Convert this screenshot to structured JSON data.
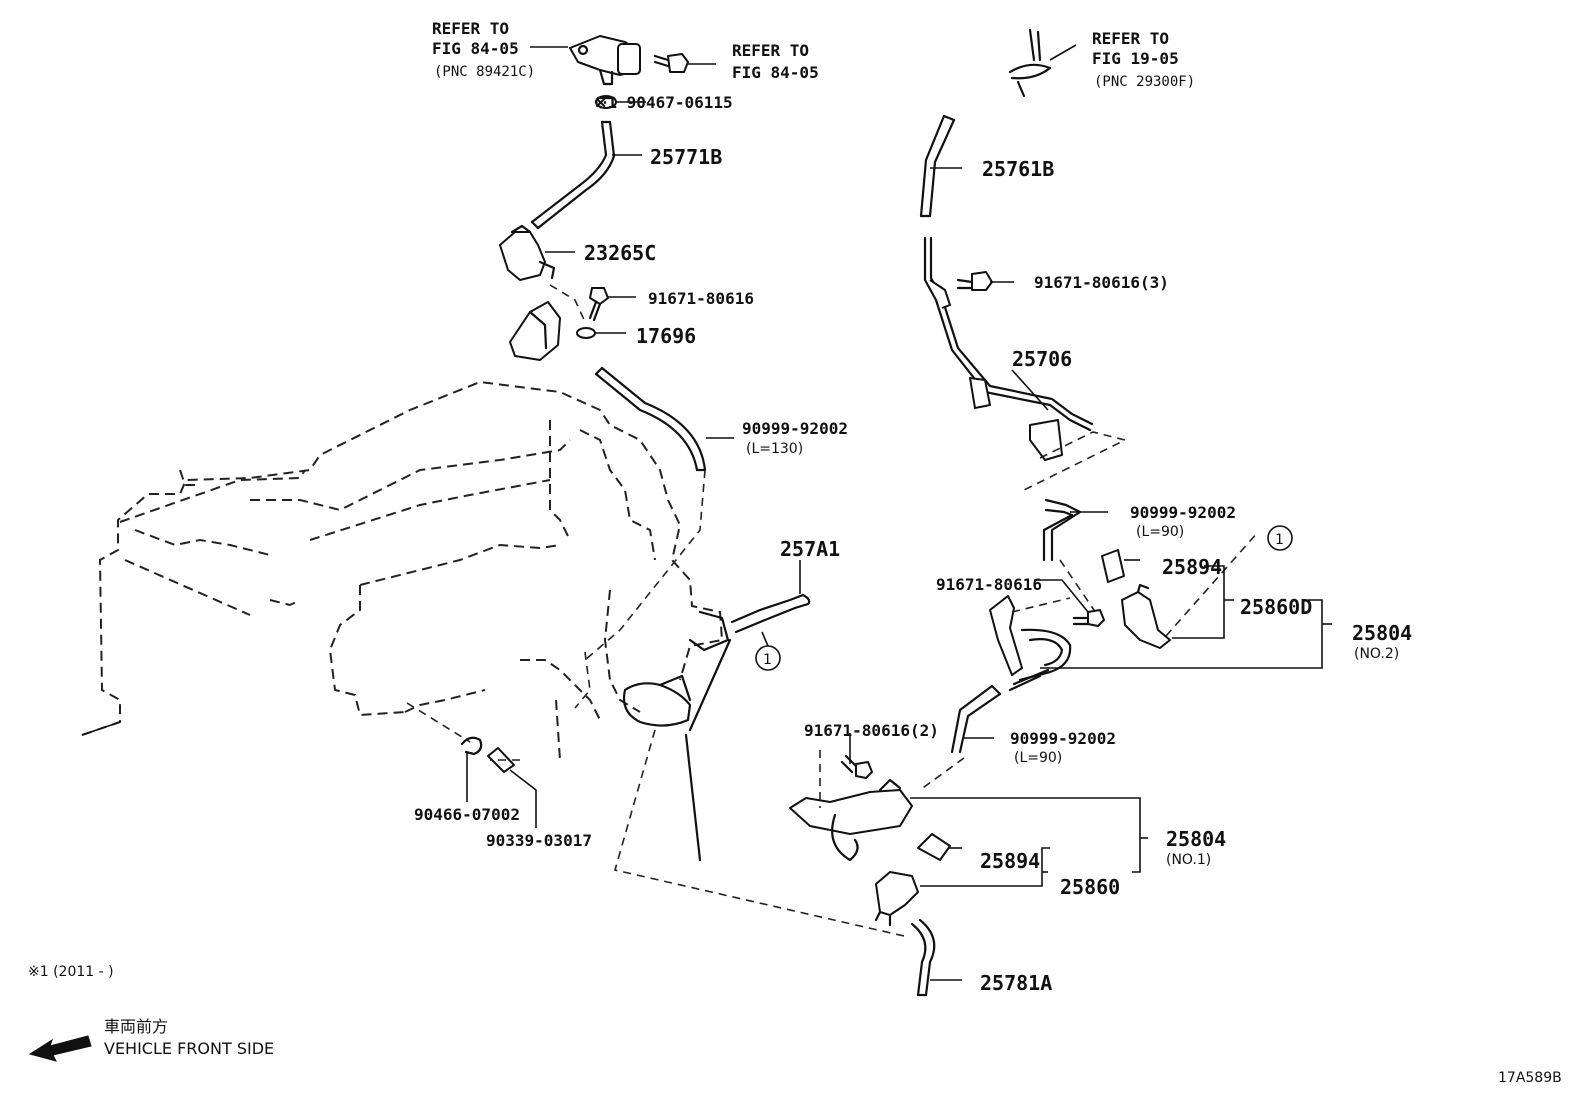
{
  "diagram_id": "17A589B",
  "labels": {
    "refer_a_line1": "REFER TO",
    "refer_a_line2": "FIG 84-05",
    "refer_a_line3": "(PNC 89421C)",
    "refer_b_line1": "REFER TO",
    "refer_b_line2": "FIG 84-05",
    "refer_c_line1": "REFER TO",
    "refer_c_line2": "FIG 19-05",
    "refer_c_line3": "(PNC 29300F)",
    "p_90467": "※1 90467-06115",
    "p_25771b": "25771B",
    "p_23265c": "23265C",
    "p_91671_a": "91671-80616",
    "p_17696": "17696",
    "p_90999_a": "90999-92002",
    "p_90999_a_len": "(L=130)",
    "p_257a1": "257A1",
    "p_90466": "90466-07002",
    "p_90339": "90339-03017",
    "p_25761b": "25761B",
    "p_91671_3": "91671-80616(3)",
    "p_25706": "25706",
    "p_90999_b": "90999-92002",
    "p_90999_b_len": "(L=90)",
    "p_25894_a": "25894",
    "p_91671_b": "91671-80616",
    "p_25860d": "25860D",
    "p_25804_no2": "25804",
    "p_25804_no2_sub": "(NO.2)",
    "p_91671_2": "91671-80616(2)",
    "p_90999_c": "90999-92002",
    "p_90999_c_len": "(L=90)",
    "p_25804_no1": "25804",
    "p_25804_no1_sub": "(NO.1)",
    "p_25894_b": "25894",
    "p_25860": "25860",
    "p_25781a": "25781A",
    "circle_ref": "1",
    "footnote": "※1 (2011 -       )",
    "front_jp": "車両前方",
    "front_en": "VEHICLE FRONT SIDE"
  }
}
